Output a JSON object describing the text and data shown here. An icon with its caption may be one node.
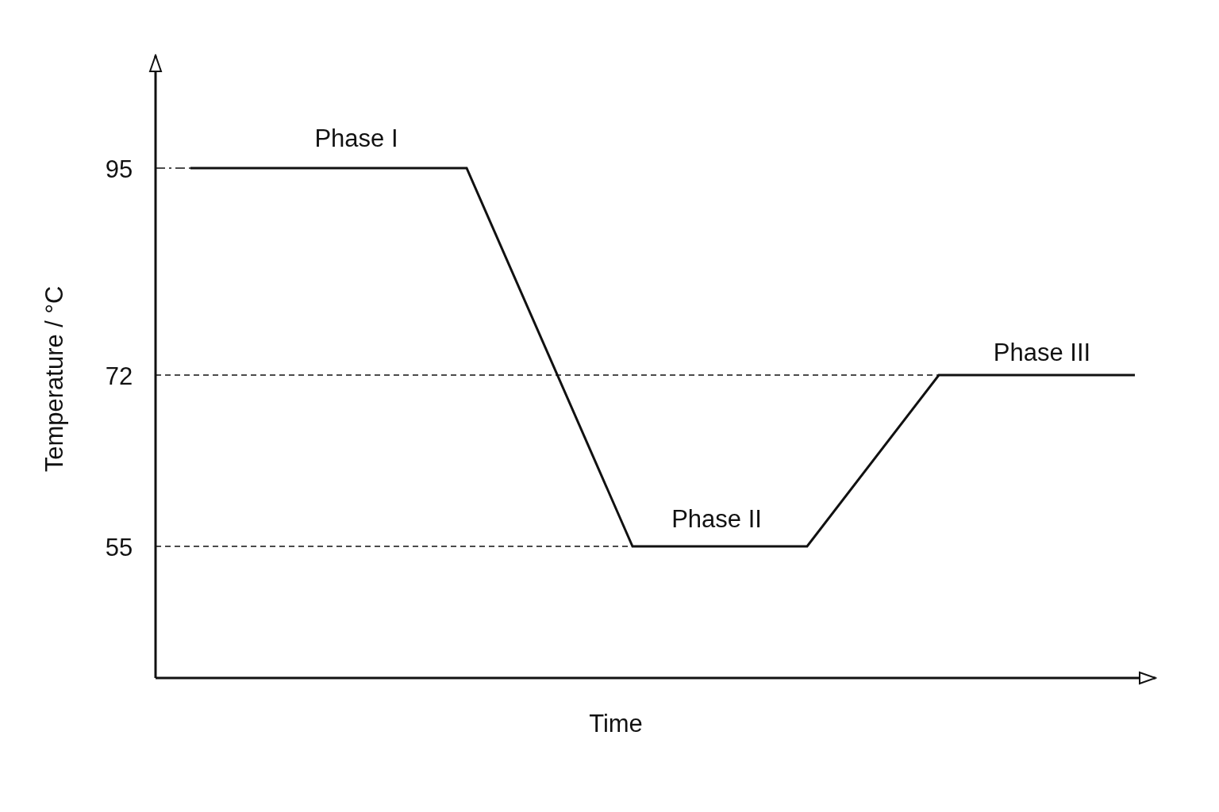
{
  "diagram": {
    "labels": [
      "Phase I",
      "95",
      "Temperature / °C",
      "Phase III",
      "72",
      "Phase II",
      "55",
      "Time"
    ]
  }
}
